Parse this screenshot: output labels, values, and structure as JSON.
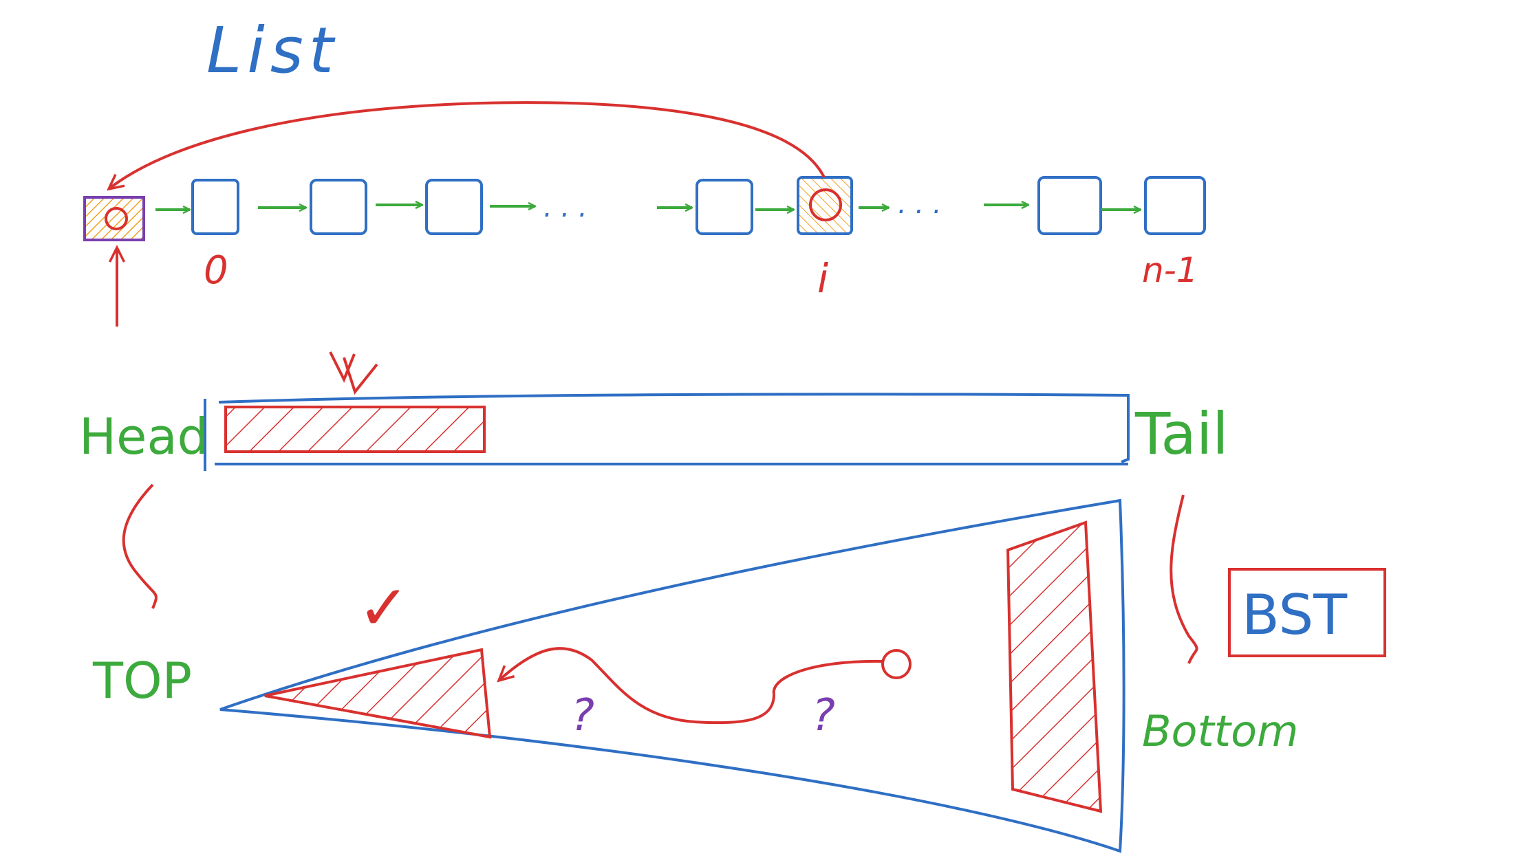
{
  "title": "List",
  "list": {
    "index_labels": [
      "0",
      "i",
      "n-1"
    ],
    "ellipsis": ". . ."
  },
  "queue": {
    "head_label": "Head",
    "tail_label": "Tail"
  },
  "tree": {
    "top_label": "TOP",
    "bottom_label": "Bottom",
    "bst_label": "BST",
    "question_marks": [
      "?",
      "?"
    ],
    "check_mark": "✓"
  },
  "colors": {
    "blue": "#2f6fc4",
    "red": "#d8312f",
    "green": "#3caa3c",
    "purple": "#7a3fae",
    "orange": "#f2a020"
  }
}
